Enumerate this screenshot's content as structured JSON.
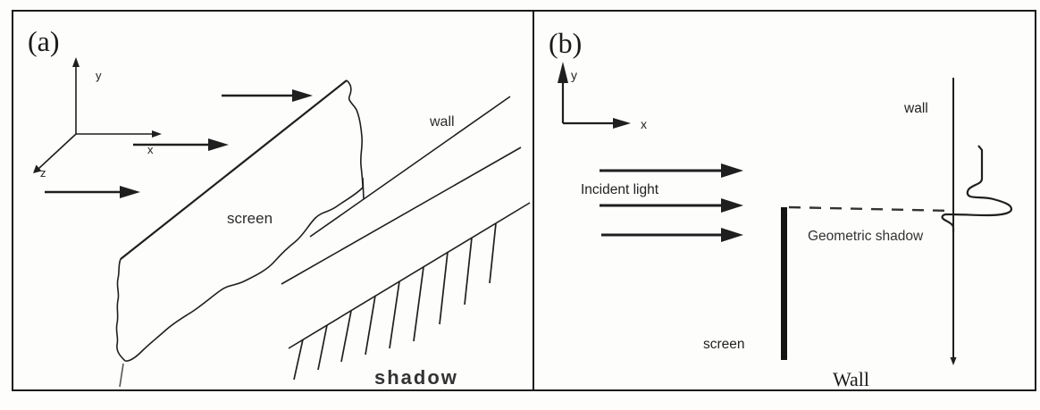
{
  "figure": {
    "description": "Two-panel diagram of light diffraction at a straight edge",
    "colors": {
      "ink": "#1f1f1f",
      "background": "#fdfdfc",
      "border": "#1a1a1a"
    },
    "panels": {
      "a": {
        "tag": "(a)",
        "axes": {
          "x": "x",
          "y": "y",
          "z": "z"
        },
        "labels": {
          "screen": "screen",
          "wall": "wall",
          "shadow": "shadow"
        }
      },
      "b": {
        "tag": "(b)",
        "axes": {
          "x": "x",
          "y": "y"
        },
        "labels": {
          "incident_light": "Incident light",
          "screen": "screen",
          "wall": "wall",
          "geometric_shadow": "Geometric shadow",
          "wall_caption": "Wall"
        }
      }
    }
  }
}
